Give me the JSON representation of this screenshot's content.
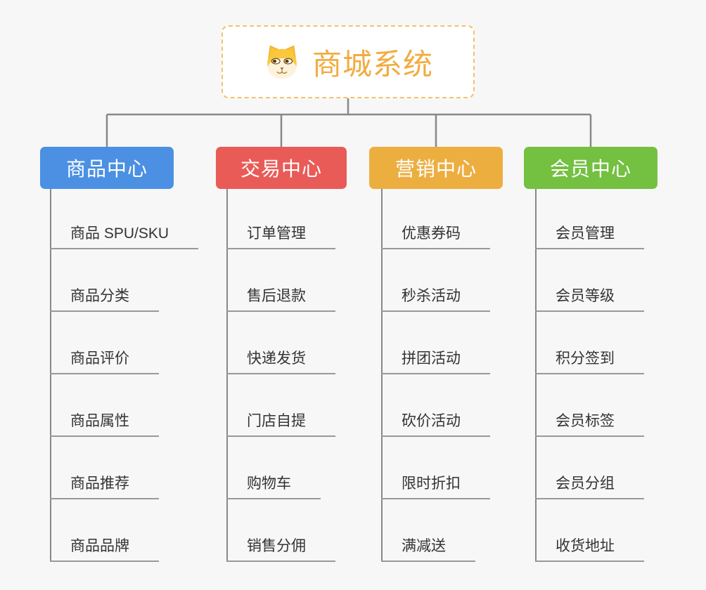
{
  "page": {
    "background": "#f7f7f7",
    "connector_color": "#888888",
    "underline_color": "#999999",
    "leaf_text_color": "#333333"
  },
  "root": {
    "title": "商城系统",
    "icon": "shiba-dog-face",
    "text_color": "#F1AC40",
    "border_color": "#F3C26B",
    "background": "#ffffff"
  },
  "branches": [
    {
      "label": "商品中心",
      "color": "#4B90E2",
      "items": [
        "商品 SPU/SKU",
        "商品分类",
        "商品评价",
        "商品属性",
        "商品推荐",
        "商品品牌"
      ]
    },
    {
      "label": "交易中心",
      "color": "#E95B57",
      "items": [
        "订单管理",
        "售后退款",
        "快递发货",
        "门店自提",
        "购物车",
        "销售分佣"
      ]
    },
    {
      "label": "营销中心",
      "color": "#EDAE40",
      "items": [
        "优惠券码",
        "秒杀活动",
        "拼团活动",
        "砍价活动",
        "限时折扣",
        "满减送"
      ]
    },
    {
      "label": "会员中心",
      "color": "#74C041",
      "items": [
        "会员管理",
        "会员等级",
        "积分签到",
        "会员标签",
        "会员分组",
        "收货地址"
      ]
    }
  ]
}
